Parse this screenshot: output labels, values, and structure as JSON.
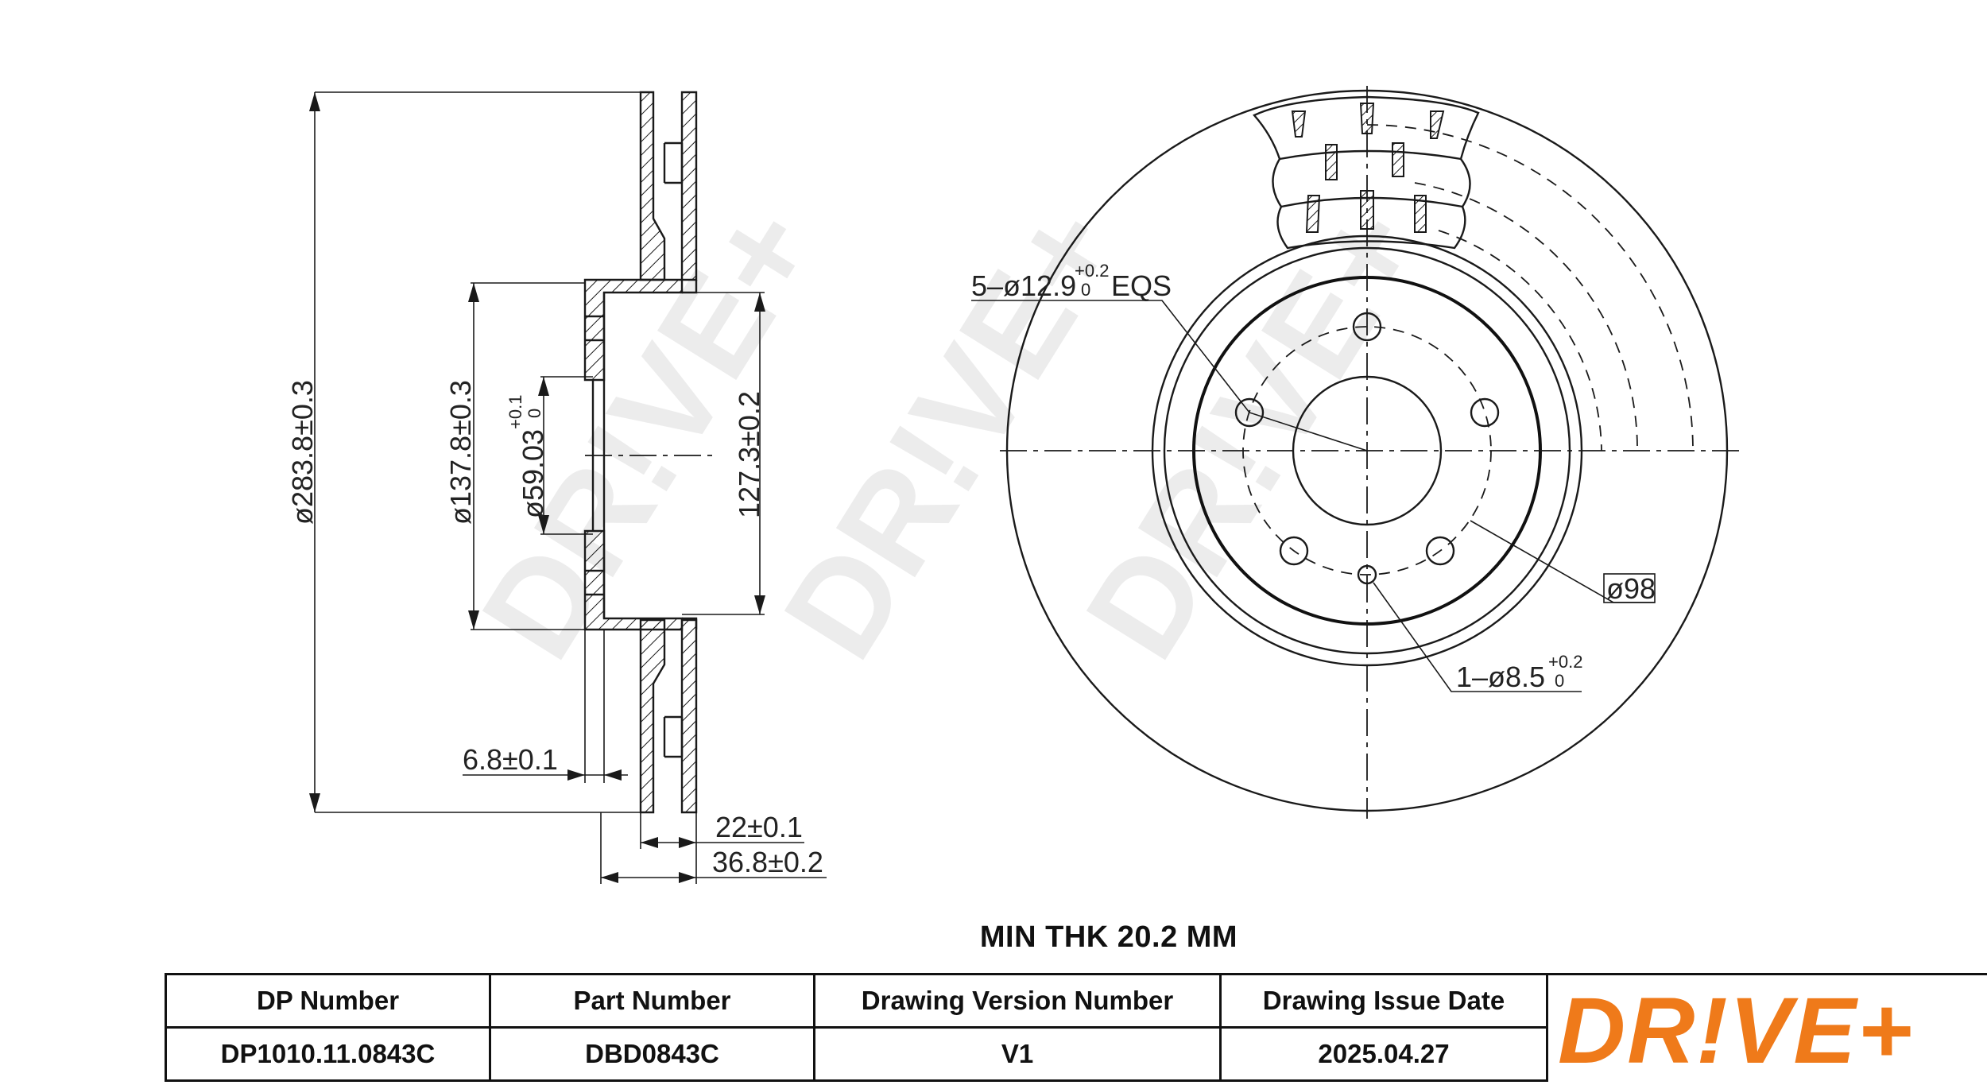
{
  "watermark": "DR!VE+",
  "dimensions": {
    "outer_diameter": "ø283.8±0.3",
    "hat_diameter": "ø137.8±0.3",
    "center_bore": "ø59.03",
    "center_bore_tol_upper": "+0.1",
    "center_bore_tol_lower": "0",
    "hub_face_diameter": "127.3±0.2",
    "hat_flange_thickness": "6.8±0.1",
    "disc_thickness": "22±0.1",
    "total_height": "36.8±0.2",
    "bolt_holes": "5–ø12.9",
    "bolt_holes_tol_upper": "+0.2",
    "bolt_holes_tol_lower": "0",
    "bolt_holes_suffix": "EQS",
    "pcd": "ø98",
    "locating_hole": "1–ø8.5",
    "locating_hole_tol_upper": "+0.2",
    "locating_hole_tol_lower": "0"
  },
  "min_thickness": "MIN THK 20.2 MM",
  "title_block": {
    "headers": [
      "DP Number",
      "Part Number",
      "Drawing Version Number",
      "Drawing Issue Date"
    ],
    "values": [
      "DP1010.11.0843C",
      "DBD0843C",
      "V1",
      "2025.04.27"
    ]
  },
  "logo": {
    "text": "DR!VE+",
    "color": "#ef7a1a"
  }
}
